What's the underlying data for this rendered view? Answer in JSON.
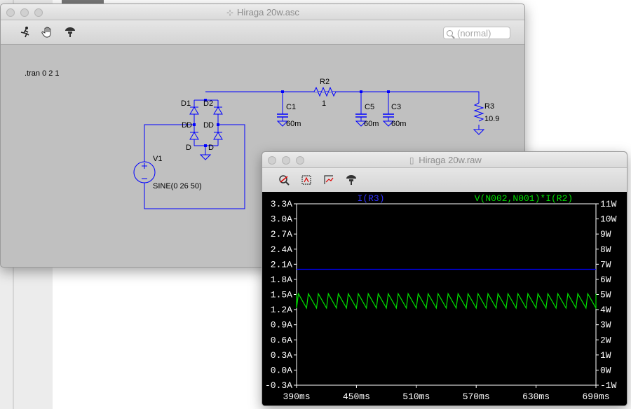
{
  "schematic_window": {
    "title": "Hiraga 20w.asc",
    "search_placeholder": "(normal)",
    "directive": ".tran 0 2 1",
    "labels": {
      "d1": "D1",
      "d2": "D2",
      "d_left_mid": "D",
      "d_left_mid2": "D",
      "d_right_mid": "D",
      "d_right_mid2": "D",
      "d_bottom_left": "D",
      "d_bottom_right": "D",
      "r2": "R2",
      "r2_val": "1",
      "c1": "C1",
      "c1_val": "60m",
      "c5": "C5",
      "c5_val": "60m",
      "c3": "C3",
      "c3_val": "60m",
      "r3": "R3",
      "r3_val": "10.9",
      "v1": "V1",
      "v1_val": "SINE(0 26 50)"
    },
    "colors": {
      "wire": "#0000ff",
      "background": "#c0c0c0"
    }
  },
  "waveform_window": {
    "title": "Hiraga 20w.raw",
    "legend": {
      "left": "I(R3)",
      "right": "V(N002,N001)*I(R2)"
    },
    "colors": {
      "trace1": "#0000ff",
      "trace2": "#00e000",
      "axes": "#ffffff",
      "background": "#000000"
    }
  },
  "chart_data": {
    "type": "line",
    "x_ticks": [
      "390ms",
      "450ms",
      "510ms",
      "570ms",
      "630ms",
      "690ms"
    ],
    "xlim": [
      390,
      690
    ],
    "left_ticks": [
      "3.3A",
      "3.0A",
      "2.7A",
      "2.4A",
      "2.1A",
      "1.8A",
      "1.5A",
      "1.2A",
      "0.9A",
      "0.6A",
      "0.3A",
      "0.0A",
      "-0.3A"
    ],
    "ylim_left": [
      -0.3,
      3.3
    ],
    "right_ticks": [
      "11W",
      "10W",
      "9W",
      "8W",
      "7W",
      "6W",
      "5W",
      "4W",
      "3W",
      "2W",
      "1W",
      "0W",
      "-1W"
    ],
    "ylim_right": [
      -1,
      11
    ],
    "series": [
      {
        "name": "I(R3)",
        "axis": "left",
        "constant": 2.0
      },
      {
        "name": "V(N002,N001)*I(R2)",
        "axis": "right",
        "shape": "sawtooth",
        "min": 4.1,
        "max": 5.05,
        "period_ms": 10
      }
    ]
  }
}
